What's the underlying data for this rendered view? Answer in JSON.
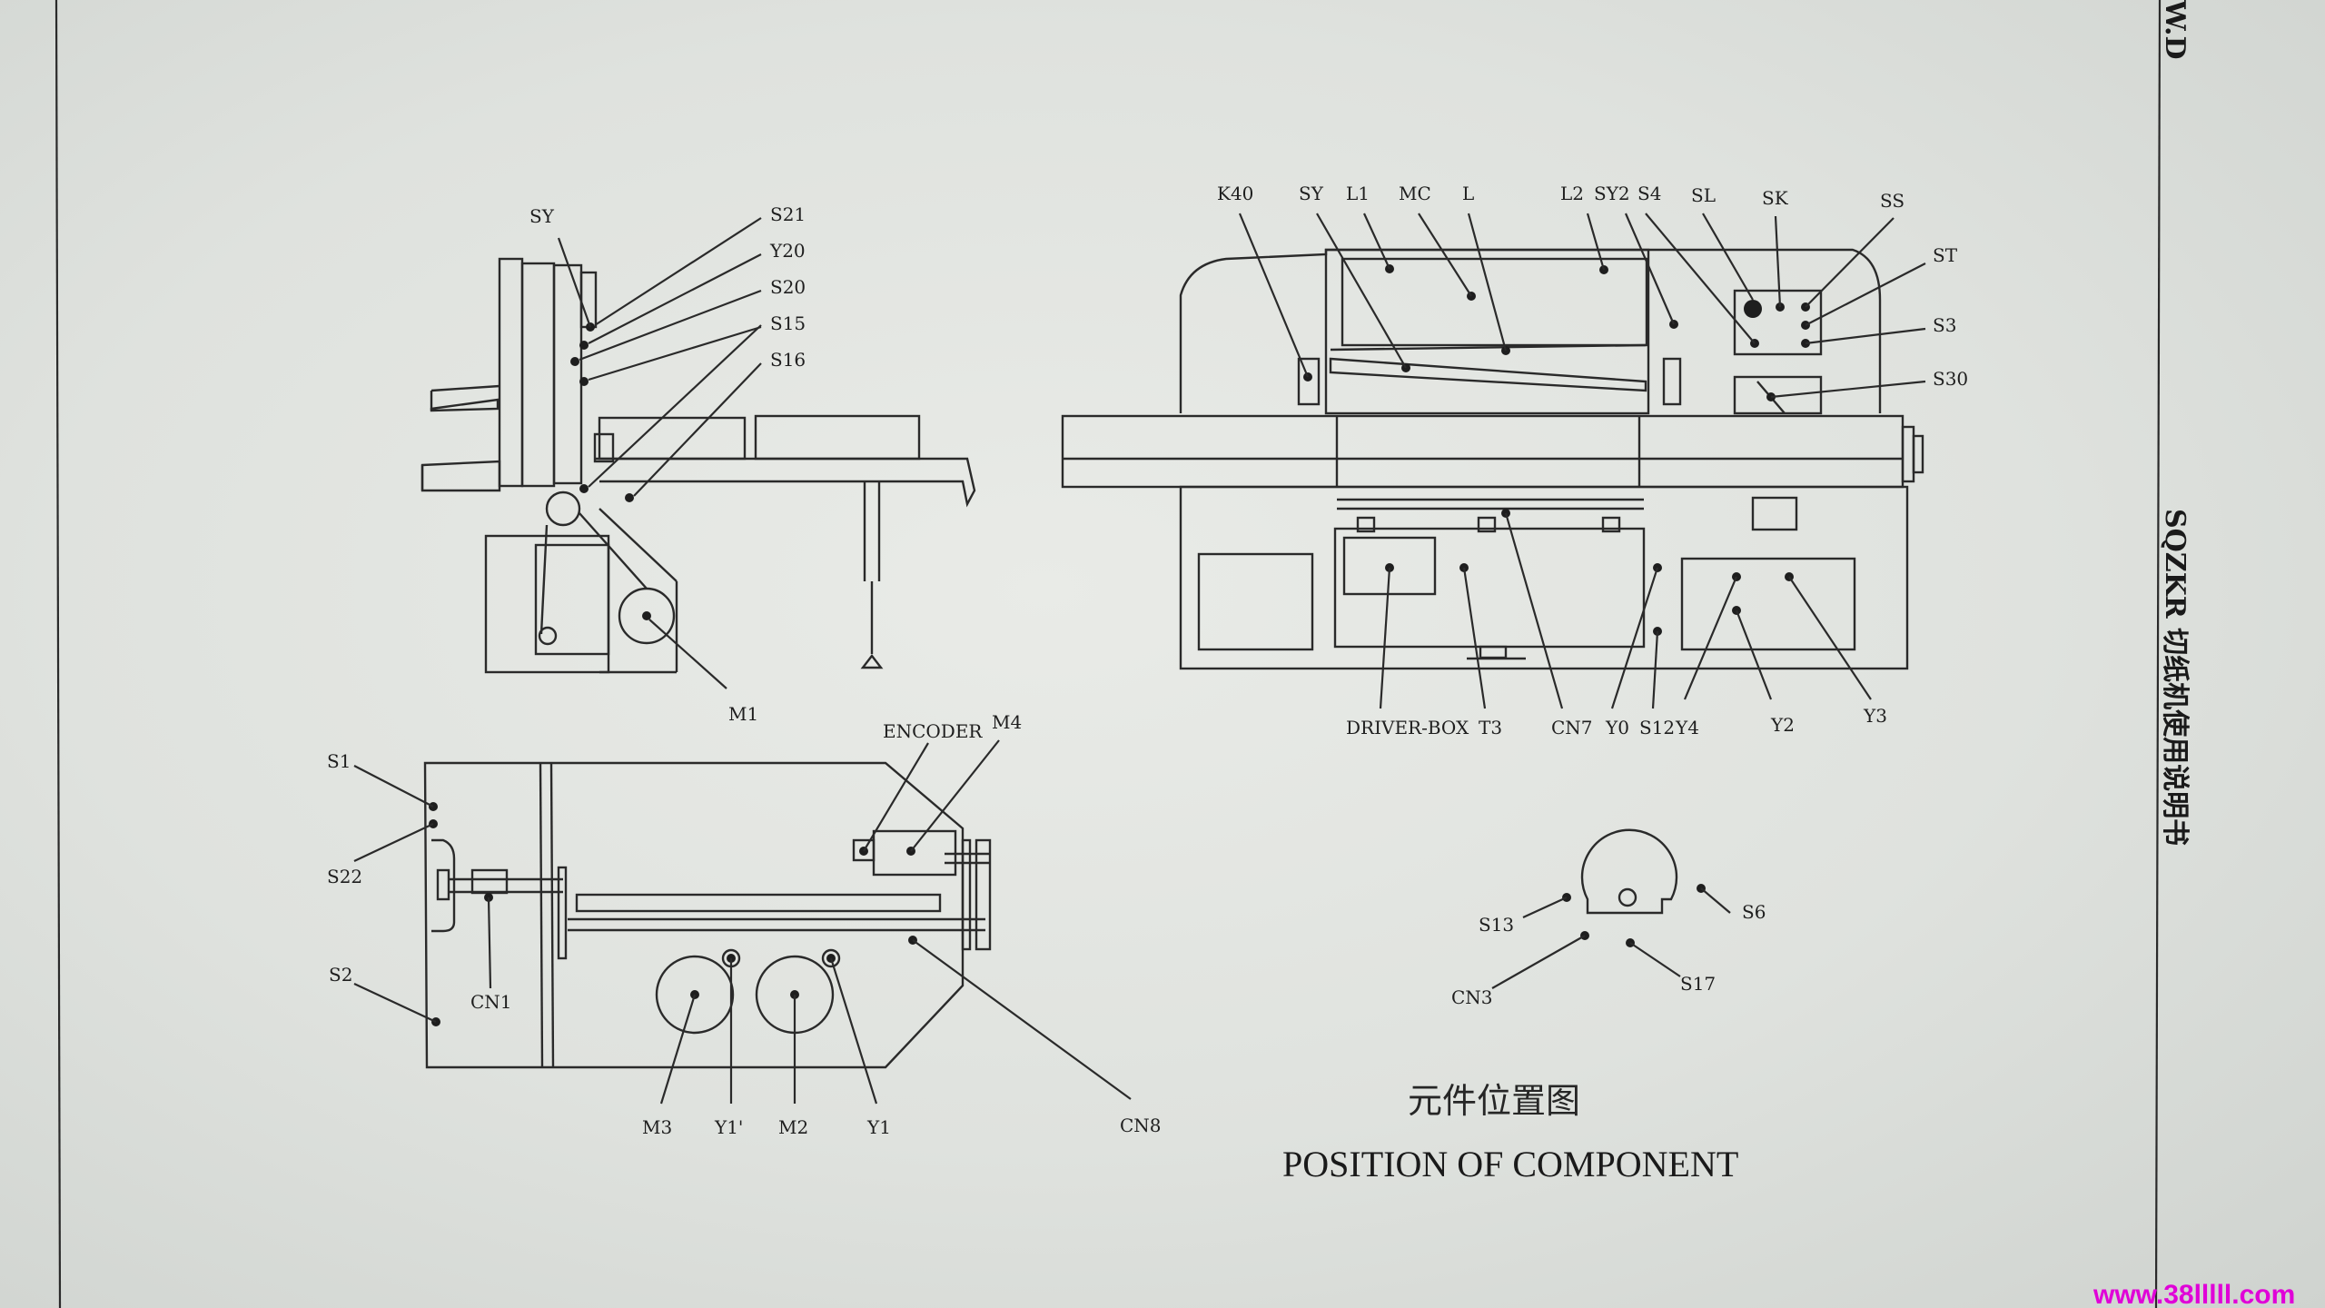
{
  "manual": {
    "side_title": "SQZKR 切纸机使用说明书",
    "corner_text": "W.D",
    "watermark": "www.38lllll.com"
  },
  "caption": {
    "chinese": "元件位置图",
    "english": "POSITION OF COMPONENT"
  },
  "side_view_labels": [
    "SY",
    "S21",
    "Y20",
    "S20",
    "S15",
    "S16",
    "M1"
  ],
  "front_view_labels": [
    "K40",
    "SY",
    "L1",
    "MC",
    "L",
    "L2",
    "SY2",
    "S4",
    "SL",
    "SK",
    "SS",
    "ST",
    "S3",
    "S30",
    "DRIVER-BOX",
    "T3",
    "CN7",
    "Y0",
    "S12",
    "Y4",
    "Y2",
    "Y3"
  ],
  "top_view_labels": [
    "S1",
    "S22",
    "S2",
    "CN1",
    "ENCODER",
    "M4",
    "M3",
    "Y1'",
    "M2",
    "Y1",
    "CN8"
  ],
  "detail_labels": [
    "S13",
    "S6",
    "CN3",
    "S17"
  ]
}
